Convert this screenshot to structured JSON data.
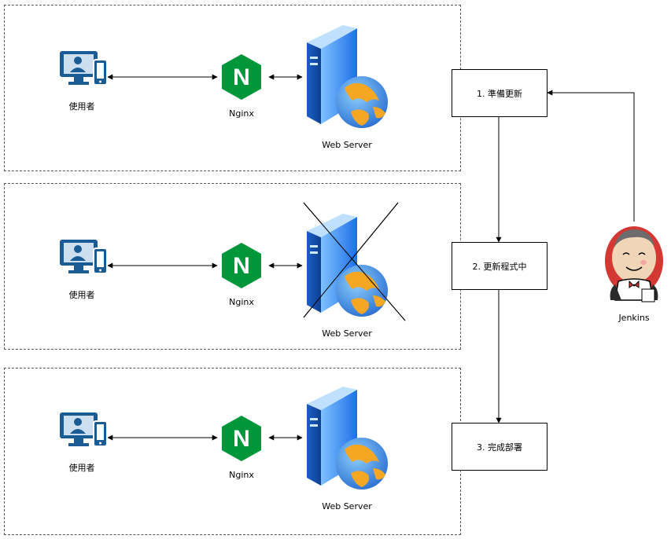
{
  "panels": [
    {
      "user_label": "使用者",
      "nginx_label": "Nginx",
      "server_label": "Web Server",
      "server_down": false
    },
    {
      "user_label": "使用者",
      "nginx_label": "Nginx",
      "server_label": "Web Server",
      "server_down": true
    },
    {
      "user_label": "使用者",
      "nginx_label": "Nginx",
      "server_label": "Web Server",
      "server_down": false
    }
  ],
  "steps": [
    {
      "label": "1. 準備更新"
    },
    {
      "label": "2. 更新程式中"
    },
    {
      "label": "3. 完成部署"
    }
  ],
  "jenkins": {
    "label": "Jenkins"
  },
  "nginx_glyph": "N",
  "colors": {
    "user_icon": "#1a5b93",
    "nginx_green": "#009639",
    "server_blue": "#1e6fe8",
    "globe_orange": "#f5a623",
    "globe_blue": "#3b8fd9",
    "jenkins_red": "#d33833"
  }
}
